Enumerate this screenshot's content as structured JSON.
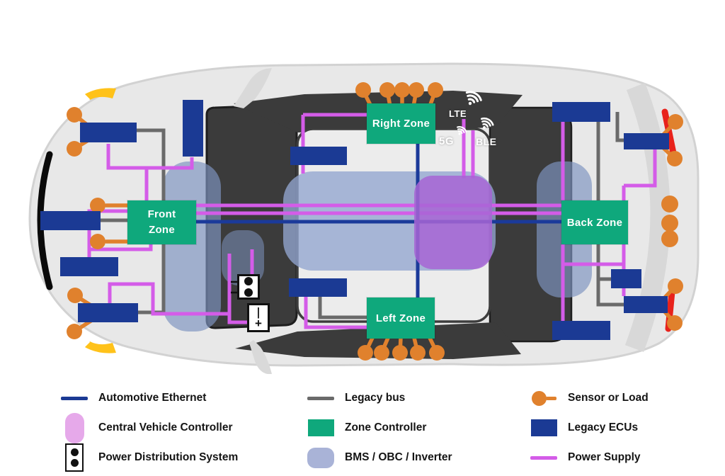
{
  "zones": {
    "front": "Front Zone",
    "right": "Right Zone",
    "left": "Left Zone",
    "back": "Back Zone"
  },
  "wireless": {
    "lte": "LTE",
    "five_g": "5G",
    "ble": "BLE"
  },
  "battery": {
    "top": "|",
    "bottom": "+"
  },
  "legend": {
    "items": [
      {
        "icon": "automotive-ethernet-line",
        "label": "Automotive Ethernet"
      },
      {
        "icon": "legacy-bus-line",
        "label": "Legacy bus"
      },
      {
        "icon": "sensor-or-load-dot",
        "label": "Sensor or Load"
      },
      {
        "icon": "central-vehicle-controller-blob",
        "label": "Central Vehicle Controller"
      },
      {
        "icon": "zone-controller-rect",
        "label": "Zone Controller"
      },
      {
        "icon": "legacy-ecus-rect",
        "label": "Legacy ECUs"
      },
      {
        "icon": "power-distribution-system-box",
        "label": "Power Distribution System"
      },
      {
        "icon": "bms-obc-inverter-blob",
        "label": "BMS / OBC / Inverter"
      },
      {
        "icon": "power-supply-line",
        "label": "Power Supply"
      }
    ]
  },
  "colors": {
    "zone_controller": "#0fa87c",
    "legacy_ecu": "#1b3a94",
    "automotive_ethernet": "#1b3a94",
    "legacy_bus": "#6a6a6a",
    "sensor_or_load": "#e0812d",
    "power_supply": "#d45ce8",
    "central_vehicle_controller": "#a765d5",
    "central_vehicle_controller_legend": "#e6a9ea",
    "bms_obc_inverter": "#92a5cf",
    "glass": "#3b3b3b",
    "car_body": "#e8e8e8",
    "headlight": "#ffc21a",
    "taillight": "#e8221c"
  }
}
